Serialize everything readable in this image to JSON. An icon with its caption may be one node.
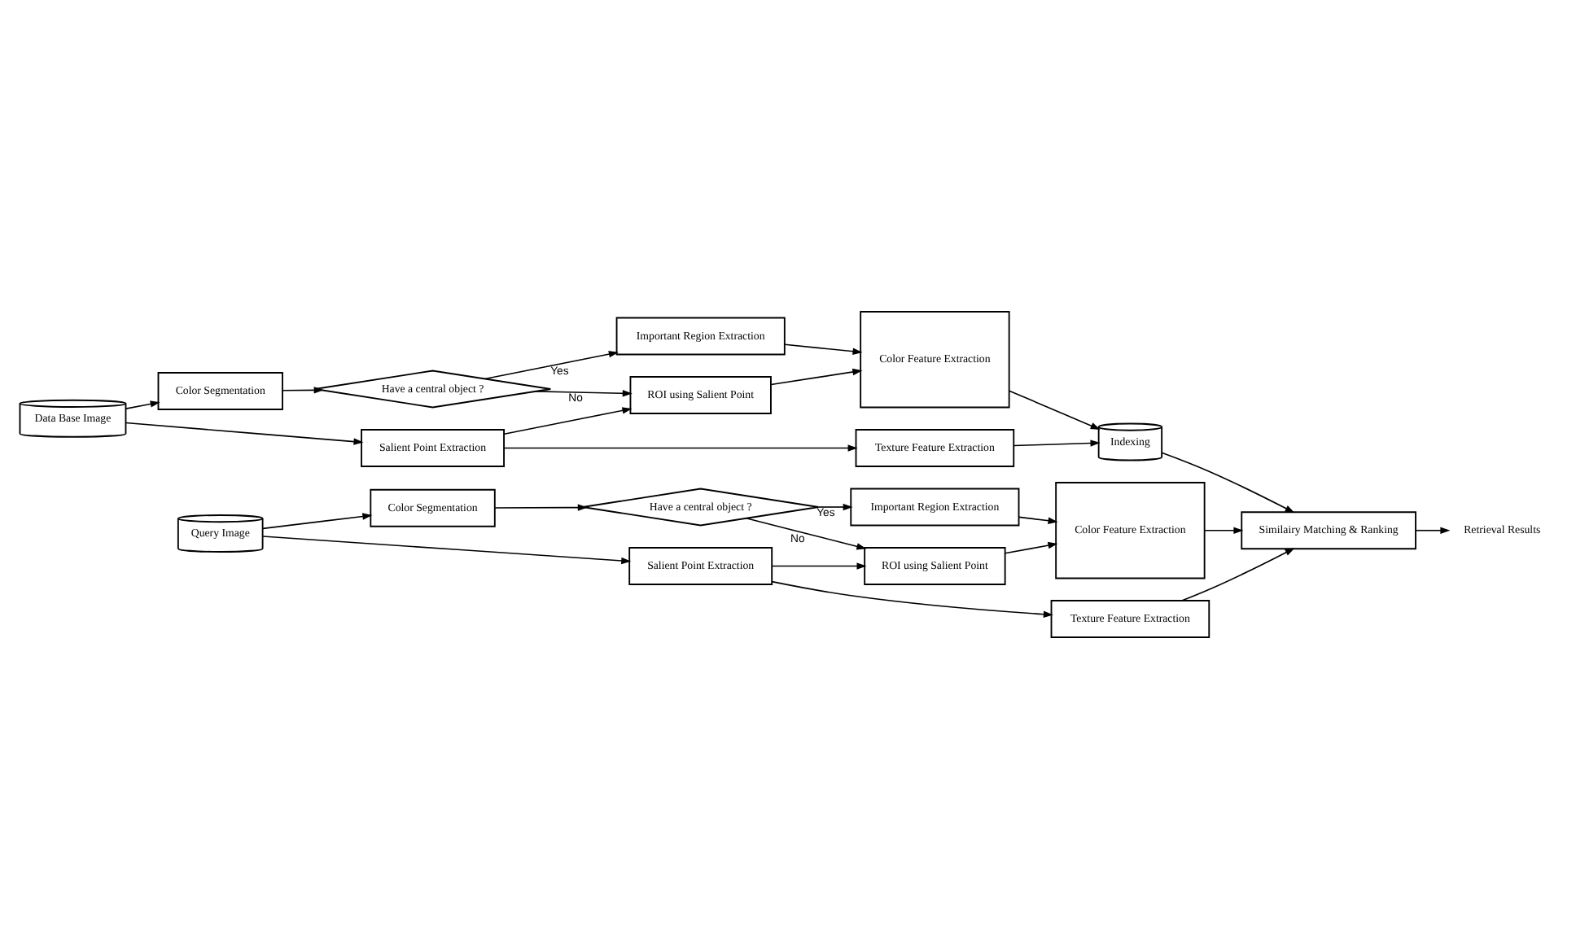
{
  "diagram": {
    "nodes": [
      {
        "text": [
          "Data Base Image"
        ]
      },
      {
        "text": [
          "Color Segmentation"
        ]
      },
      {
        "text": [
          "Salient Point Extraction"
        ]
      },
      {
        "text": [
          "Have a central object ?"
        ]
      },
      {
        "text": [
          "Important Region Extraction"
        ]
      },
      {
        "text": [
          "ROI using Salient Point"
        ]
      },
      {
        "text": [
          "Color Feature Extraction"
        ]
      },
      {
        "text": [
          "Texture Feature Extraction"
        ]
      },
      {
        "text": [
          "Indexing"
        ]
      },
      {
        "text": [
          "Similairy Matching & Ranking"
        ]
      },
      {
        "text": [
          "Query Image"
        ]
      },
      {
        "text": [
          "Color Segmentation"
        ]
      },
      {
        "text": [
          "Salient Point Extraction"
        ]
      },
      {
        "text": [
          "Have a central object ?"
        ]
      },
      {
        "text": [
          "Important Region Extraction"
        ]
      },
      {
        "text": [
          "ROI using Salient Point"
        ]
      },
      {
        "text": [
          "Color Feature Extraction"
        ]
      },
      {
        "text": [
          "Texture Feature Extraction"
        ]
      },
      {
        "text": [
          "Retrieval Results"
        ]
      }
    ],
    "edges": [
      {
        "from": 0,
        "to": 1,
        "arrow": "to"
      },
      {
        "from": 0,
        "to": 2,
        "arrow": "to"
      },
      {
        "from": 1,
        "to": 3,
        "arrow": "to"
      },
      {
        "from": 3,
        "to": 4,
        "arrow": "to",
        "label": "Yes"
      },
      {
        "from": 3,
        "to": 5,
        "arrow": "to",
        "label": "No"
      },
      {
        "from": 2,
        "to": 5,
        "arrow": "to"
      },
      {
        "from": 2,
        "to": 7,
        "arrow": "to"
      },
      {
        "from": 4,
        "to": 6,
        "arrow": "to"
      },
      {
        "from": 5,
        "to": 6,
        "arrow": "to"
      },
      {
        "from": 6,
        "to": 8,
        "arrow": "to"
      },
      {
        "from": 7,
        "to": 8,
        "arrow": "to"
      },
      {
        "from": 8,
        "to": 9,
        "arrow": "to"
      },
      {
        "from": 9,
        "to": 18,
        "arrow": "to"
      },
      {
        "from": 10,
        "to": 11,
        "arrow": "to"
      },
      {
        "from": 10,
        "to": 12,
        "arrow": "to"
      },
      {
        "from": 11,
        "to": 13,
        "arrow": "to"
      },
      {
        "from": 13,
        "to": 14,
        "arrow": "to",
        "label": "Yes"
      },
      {
        "from": 13,
        "to": 15,
        "arrow": "to",
        "label": "No"
      },
      {
        "from": 12,
        "to": 15,
        "arrow": "to"
      },
      {
        "from": 12,
        "to": 17,
        "arrow": "to"
      },
      {
        "from": 14,
        "to": 16,
        "arrow": "to"
      },
      {
        "from": 15,
        "to": 16,
        "arrow": "to"
      },
      {
        "from": 16,
        "to": 9,
        "arrow": "to"
      },
      {
        "from": 17,
        "to": 9,
        "arrow": "to"
      }
    ]
  }
}
